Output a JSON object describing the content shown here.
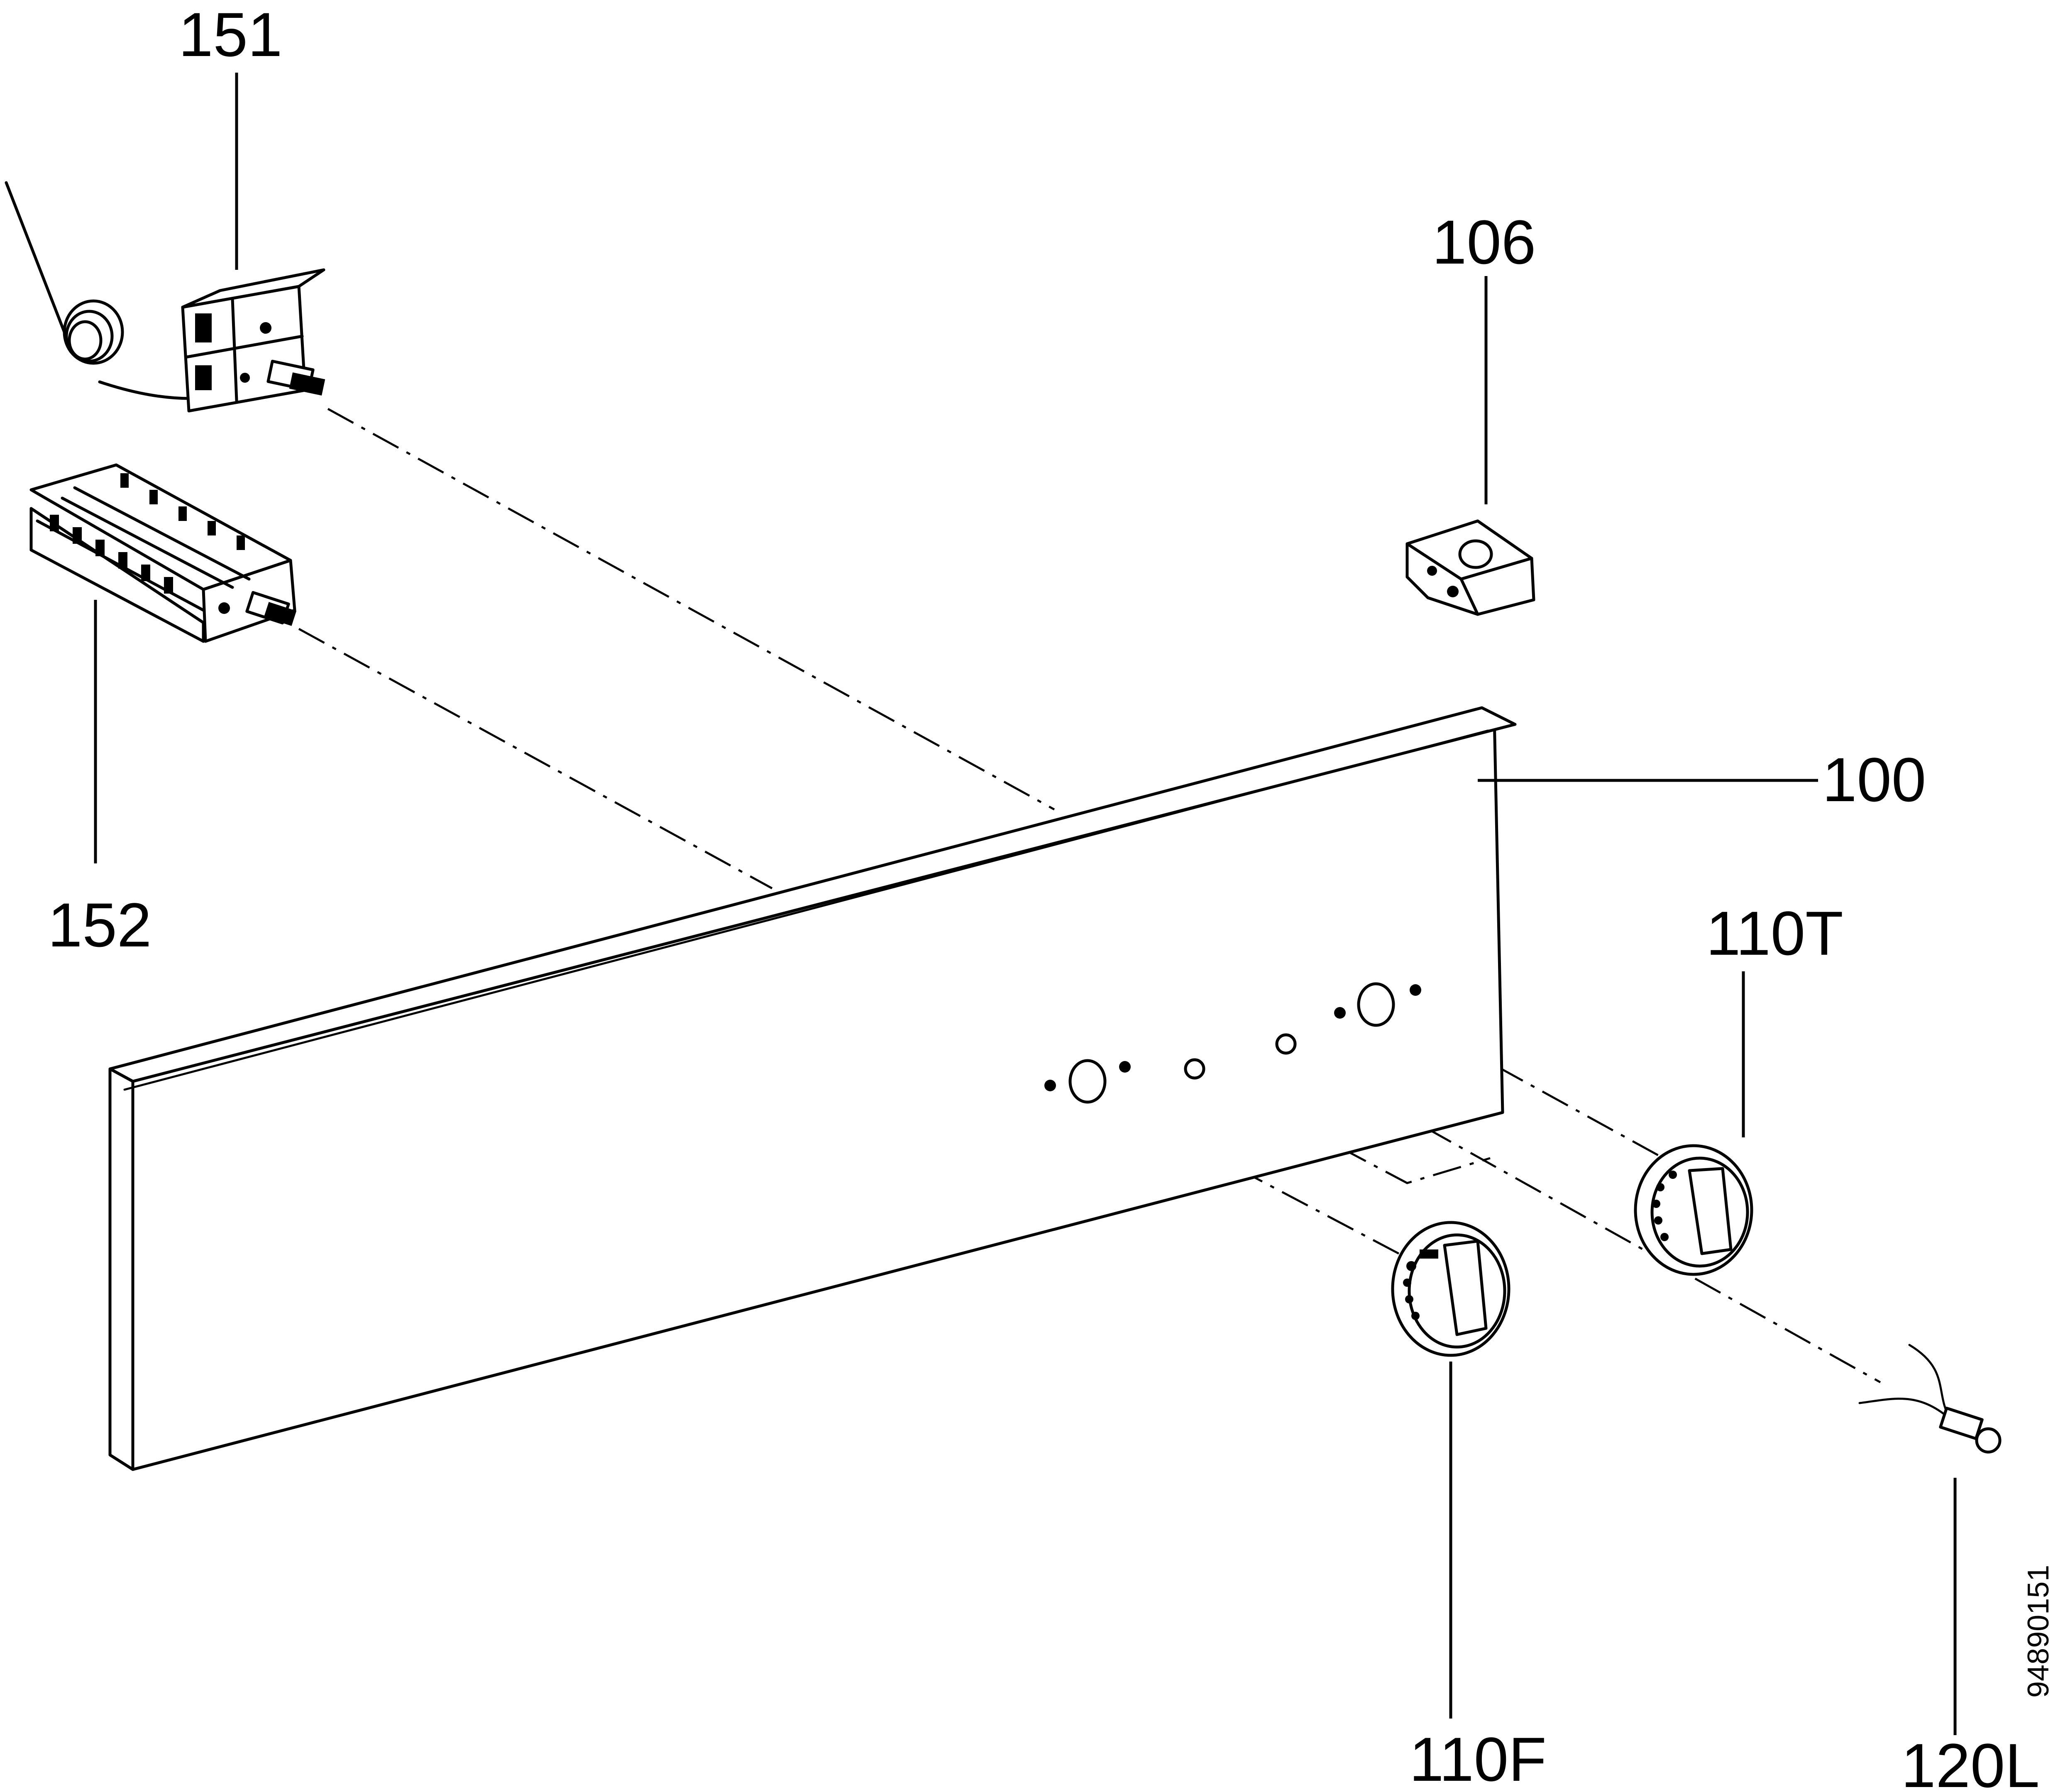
{
  "parts": {
    "p151": {
      "label": "151"
    },
    "p152": {
      "label": "152"
    },
    "p106": {
      "label": "106"
    },
    "p100": {
      "label": "100"
    },
    "p110T": {
      "label": "110T"
    },
    "p110F": {
      "label": "110F"
    },
    "p120L": {
      "label": "120L"
    }
  },
  "document_number": "94890151",
  "colors": {
    "ink": "#000000",
    "paper": "#ffffff"
  }
}
